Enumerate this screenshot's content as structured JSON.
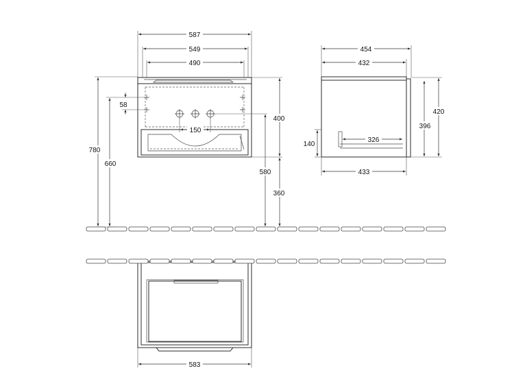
{
  "dimensions": {
    "front_width": "587",
    "front_inner_width": "549",
    "front_top_width": "490",
    "total_height": "780",
    "drain_height": "660",
    "hole_offset": "58",
    "hole_spacing": "150",
    "body_height": "400",
    "top_to_floor": "580",
    "floor_gap": "360",
    "side_depth": "454",
    "side_top_depth": "432",
    "side_height": "420",
    "side_inner_height": "396",
    "drawer_height": "140",
    "drawer_depth": "326",
    "side_bottom_depth": "433",
    "plan_width": "583"
  },
  "colors": {
    "line": "#2a2a2a",
    "background": "#ffffff"
  }
}
